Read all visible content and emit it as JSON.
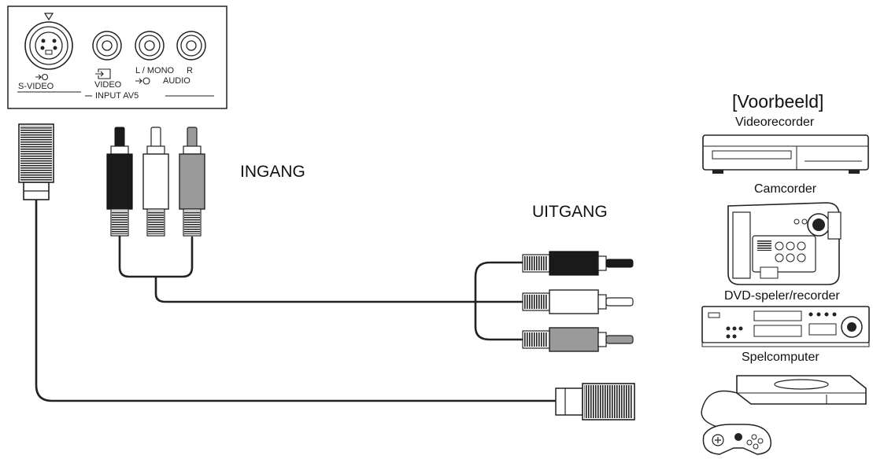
{
  "panel": {
    "svideo_label": "S-VIDEO",
    "video_label": "VIDEO",
    "lmono_label": "L / MONO",
    "r_label": "R",
    "audio_label": "AUDIO",
    "input_label": "INPUT  AV5"
  },
  "labels": {
    "ingang": "INGANG",
    "uitgang": "UITGANG"
  },
  "devices": {
    "heading": "[Voorbeeld]",
    "items": [
      {
        "label": "Videorecorder",
        "icon": "vcr-icon"
      },
      {
        "label": "Camcorder",
        "icon": "camcorder-icon"
      },
      {
        "label": "DVD-speler/recorder",
        "icon": "dvd-player-icon"
      },
      {
        "label": "Spelcomputer",
        "icon": "game-console-icon"
      }
    ]
  },
  "colors": {
    "line": "#222222",
    "plug_dark": "#1a1a1a",
    "plug_white": "#ffffff",
    "plug_gray": "#9a9a9a"
  }
}
